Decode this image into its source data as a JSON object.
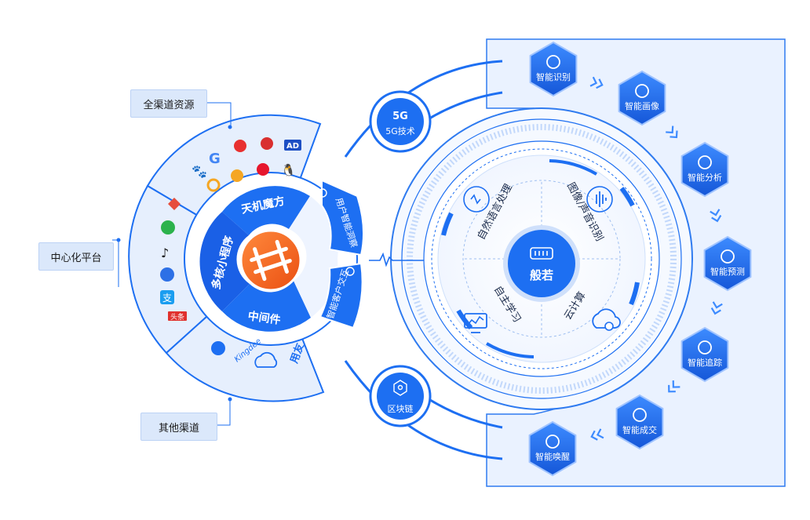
{
  "channels": {
    "all_channels": "全渠道资源",
    "central_platform": "中心化平台",
    "other_channels": "其他渠道"
  },
  "inner_ring": {
    "tianji": "天机魔方",
    "miniprogram": "多核小程序",
    "middleware": "中间件"
  },
  "connectors": {
    "user_insight": "用户智能洞察",
    "customer_interaction": "智能客户交互"
  },
  "tech": {
    "fiveg": "5G技术",
    "fiveg_logo": "5G",
    "blockchain": "区块链"
  },
  "core": {
    "center": "般若",
    "quadrants": [
      "自然语言处理",
      "图像/声音识别",
      "自主学习",
      "云计算"
    ]
  },
  "flow_nodes": [
    "智能识别",
    "智能画像",
    "智能分析",
    "智能预测",
    "智能追踪",
    "智能成交",
    "智能唤醒"
  ],
  "channel_icons": {
    "ad_badge": "AD",
    "toutiao_badge": "头条",
    "yonyou": "用友",
    "kingdee": "Kingdee",
    "alipay_glyph": "支"
  },
  "colors": {
    "primary": "#1d6ff2",
    "dark": "#1a52c7",
    "light": "#eaf2ff",
    "orange": "#f26a1b"
  }
}
